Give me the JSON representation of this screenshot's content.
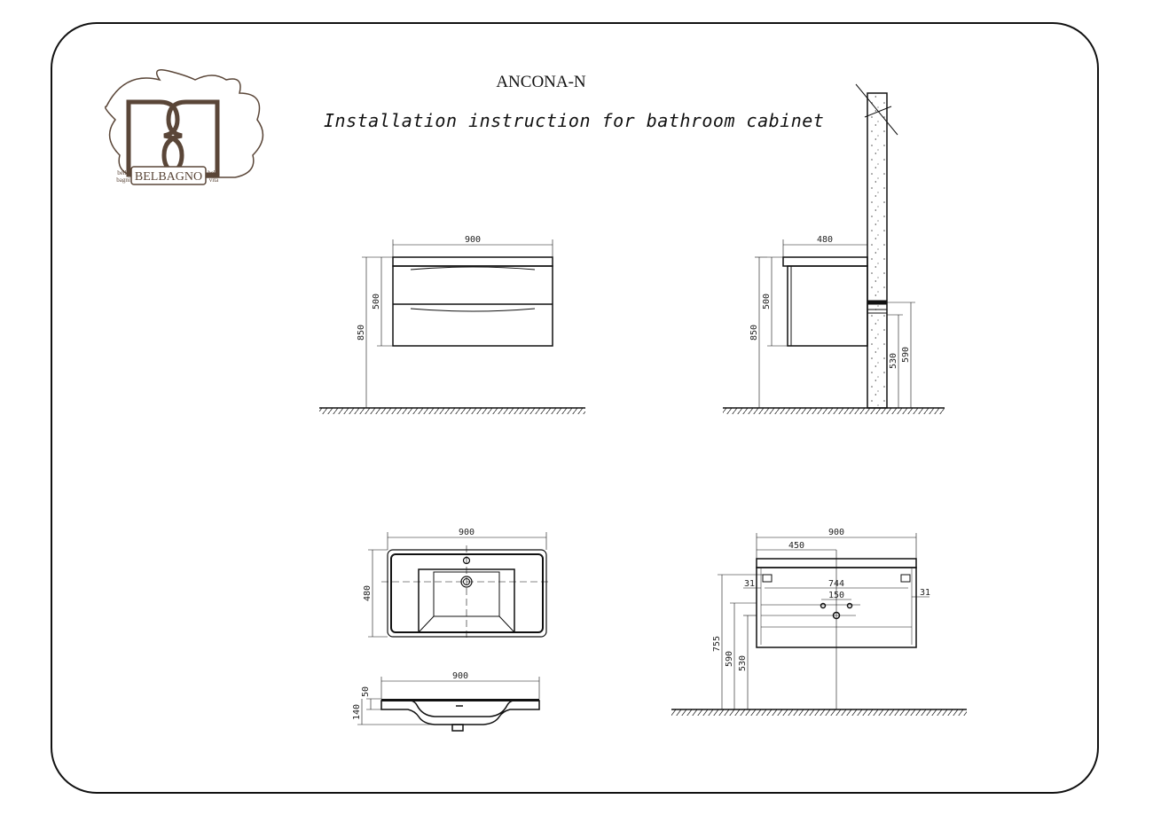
{
  "document": {
    "title": "ANCONA-N",
    "subtitle": "Installation instruction for bathroom cabinet"
  },
  "logo": {
    "brand": "BELBAGNO",
    "left_ribbon": [
      "bella",
      "bagni"
    ],
    "right_ribbon": [
      "bella",
      "vita"
    ],
    "color": "#5a4638"
  },
  "views": {
    "front": {
      "width": "900",
      "cabinet_height": "500",
      "total_height": "850"
    },
    "side": {
      "depth": "480",
      "cabinet_height": "500",
      "total_height": "850",
      "outlet_upper": "590",
      "outlet_lower": "530"
    },
    "sink_top": {
      "width": "900",
      "depth": "480"
    },
    "sink_side": {
      "width": "900",
      "rim": "50",
      "height": "140"
    },
    "back": {
      "width": "900",
      "half_width": "450",
      "mount_spacing": "744",
      "pipe_spacing": "150",
      "edge_left": "31",
      "edge_right": "31",
      "mount_height": "755",
      "pipe_height_upper": "590",
      "pipe_height_lower": "530"
    }
  }
}
